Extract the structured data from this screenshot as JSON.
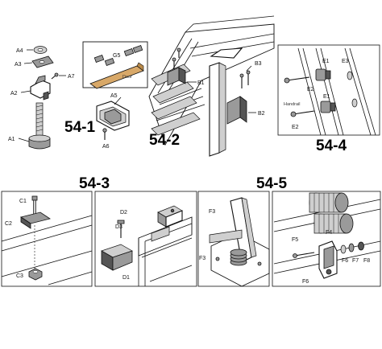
{
  "figures": {
    "f541": {
      "number": "54-1",
      "labels": {
        "a4": "A4",
        "a3": "A3",
        "a7": "A7",
        "a2": "A2",
        "a1": "A1",
        "a5": "A5",
        "a6": "A6",
        "g5": "G5",
        "door": "Door"
      }
    },
    "f542": {
      "number": "54-2",
      "labels": {
        "b1": "B1",
        "b2": "B2",
        "b3": "B3"
      }
    },
    "f544": {
      "number": "54-4",
      "labels": {
        "e1a": "E1",
        "e1b": "E1",
        "e2a": "E2",
        "e2b": "E2",
        "e3": "E3",
        "handrail": "Handrail"
      }
    },
    "f543": {
      "number": "54-3",
      "labels": {
        "c1": "C1",
        "c2": "C2",
        "c3": "C3",
        "d1": "D1",
        "d2": "D2",
        "d3": "D3"
      }
    },
    "f545": {
      "number": "54-5",
      "labels": {
        "f3a": "F3",
        "f3b": "F3",
        "f4": "F4",
        "f5": "F5",
        "f6a": "F6",
        "f6b": "F6",
        "f7": "F7",
        "f8": "F8"
      }
    }
  }
}
